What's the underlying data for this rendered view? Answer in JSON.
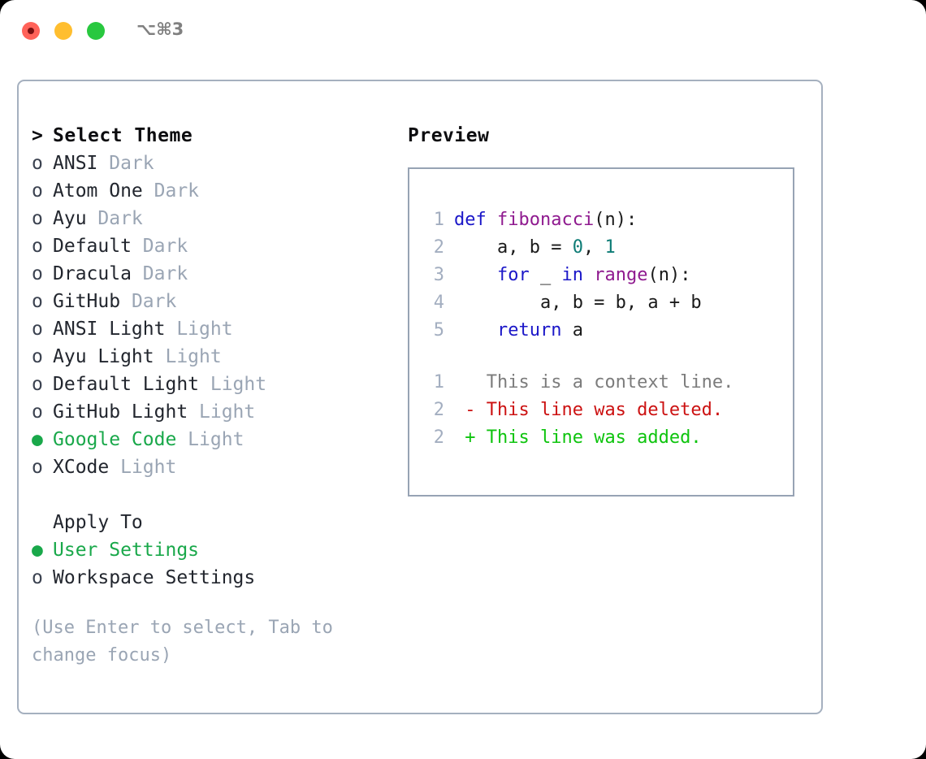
{
  "titlebar": {
    "shortcut": "⌥⌘3",
    "dots": [
      {
        "name": "close-button",
        "color": "#ff6259"
      },
      {
        "name": "minimize-button",
        "color": "#ffbe2f"
      },
      {
        "name": "maximize-button",
        "color": "#28c83f"
      }
    ]
  },
  "theme_picker": {
    "prompt": ">",
    "heading": "Select Theme",
    "marker_empty": "o",
    "marker_filled": "●",
    "items": [
      {
        "marker": "o",
        "name": "ANSI",
        "variant": "Dark",
        "selected": false
      },
      {
        "marker": "o",
        "name": "Atom One",
        "variant": "Dark",
        "selected": false
      },
      {
        "marker": "o",
        "name": "Ayu",
        "variant": "Dark",
        "selected": false
      },
      {
        "marker": "o",
        "name": "Default",
        "variant": "Dark",
        "selected": false
      },
      {
        "marker": "o",
        "name": "Dracula",
        "variant": "Dark",
        "selected": false
      },
      {
        "marker": "o",
        "name": "GitHub",
        "variant": "Dark",
        "selected": false
      },
      {
        "marker": "o",
        "name": "ANSI Light",
        "variant": "Light",
        "selected": false
      },
      {
        "marker": "o",
        "name": "Ayu Light",
        "variant": "Light",
        "selected": false
      },
      {
        "marker": "o",
        "name": "Default Light",
        "variant": "Light",
        "selected": false
      },
      {
        "marker": "o",
        "name": "GitHub Light",
        "variant": "Light",
        "selected": false
      },
      {
        "marker": "●",
        "name": "Google Code",
        "variant": "Light",
        "selected": true
      },
      {
        "marker": "o",
        "name": "XCode",
        "variant": "Light",
        "selected": false
      }
    ]
  },
  "apply_to": {
    "label": "Apply To",
    "items": [
      {
        "marker": "●",
        "name": "User Settings",
        "selected": true
      },
      {
        "marker": "o",
        "name": "Workspace Settings",
        "selected": false
      }
    ]
  },
  "hint": "(Use Enter to select, Tab to change focus)",
  "preview": {
    "title": "Preview",
    "code_lines": [
      {
        "num": "1",
        "tokens": [
          {
            "text": "def ",
            "style": "kw"
          },
          {
            "text": "fibonacci",
            "style": "fn"
          },
          {
            "text": "(n):",
            "style": "plain"
          }
        ]
      },
      {
        "num": "2",
        "tokens": [
          {
            "text": "    a, b = ",
            "style": "plain"
          },
          {
            "text": "0",
            "style": "num"
          },
          {
            "text": ", ",
            "style": "plain"
          },
          {
            "text": "1",
            "style": "num"
          }
        ]
      },
      {
        "num": "3",
        "tokens": [
          {
            "text": "    ",
            "style": "plain"
          },
          {
            "text": "for",
            "style": "kw"
          },
          {
            "text": " _ ",
            "style": "plain"
          },
          {
            "text": "in",
            "style": "kw"
          },
          {
            "text": " ",
            "style": "plain"
          },
          {
            "text": "range",
            "style": "fn"
          },
          {
            "text": "(n):",
            "style": "plain"
          }
        ]
      },
      {
        "num": "4",
        "tokens": [
          {
            "text": "        a, b = b, a + b",
            "style": "plain"
          }
        ]
      },
      {
        "num": "5",
        "tokens": [
          {
            "text": "    ",
            "style": "plain"
          },
          {
            "text": "return",
            "style": "kw"
          },
          {
            "text": " a",
            "style": "plain"
          }
        ]
      }
    ],
    "diff_lines": [
      {
        "num": "1",
        "marker": " ",
        "text": " This is a context line.",
        "style": "ctx"
      },
      {
        "num": "2",
        "marker": "-",
        "text": " This line was deleted.",
        "style": "del"
      },
      {
        "num": "2",
        "marker": "+",
        "text": " This line was added.",
        "style": "add"
      }
    ]
  },
  "colors": {
    "accent_green": "#19a84a",
    "keyword_blue": "#1b17c8",
    "function_purple": "#8f1a8f",
    "number_teal": "#0e7c76",
    "diff_deleted_red": "#cc1212",
    "diff_added_green": "#0ec40e",
    "muted_gray": "#9aa5b4",
    "border_gray": "#a5b0bf"
  }
}
